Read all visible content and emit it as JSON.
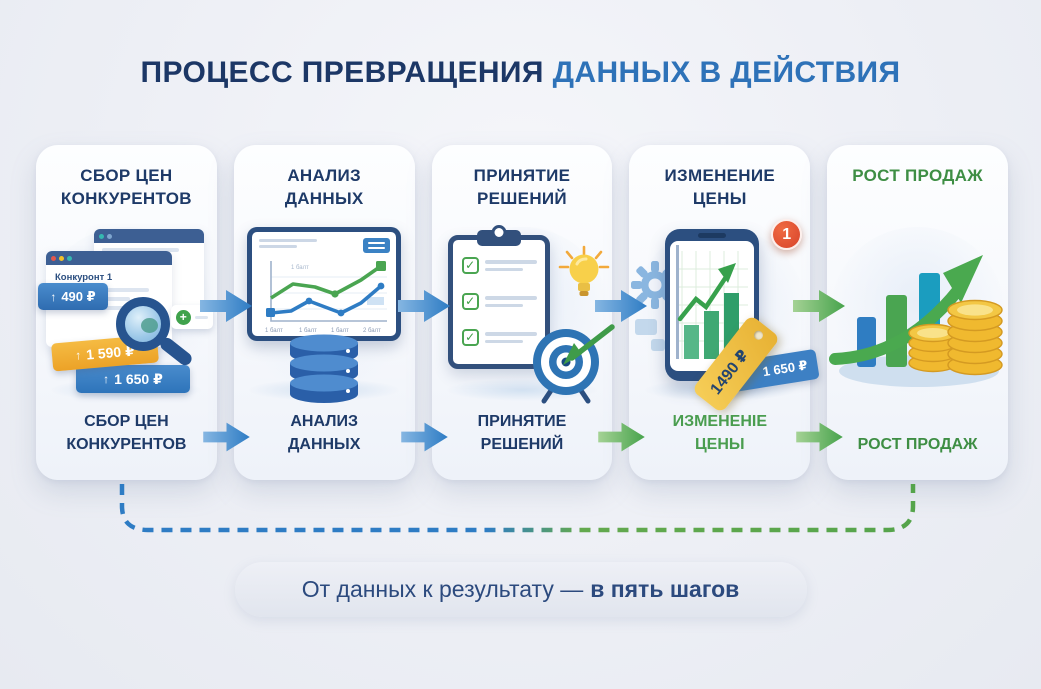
{
  "header": {
    "title_part1": "ПРОЦЕСС ПРЕВРАЩЕНИЯ",
    "title_part2": "ДАННЫХ В ДЕЙСТВИЯ"
  },
  "steps": [
    {
      "title": "СБОР ЦЕН КОНКУРЕНТОВ",
      "sublabel": "СБОР ЦЕН КОНКУРЕНТОВ",
      "title_color": "#1e3a68",
      "sublabel_color": "#1e3a68",
      "arrow_mid": "blue",
      "arrow_bottom": "blue"
    },
    {
      "title": "АНАЛИЗ ДАННЫХ",
      "sublabel": "АНАЛИЗ ДАННЫХ",
      "title_color": "#1e3a68",
      "sublabel_color": "#1e3a68",
      "arrow_mid": "blue",
      "arrow_bottom": "blue"
    },
    {
      "title": "ПРИНЯТИЕ РЕШЕНИЙ",
      "sublabel": "ПРИНЯТИЕ РЕШЕНИЙ",
      "title_color": "#1e3a68",
      "sublabel_color": "#1e3a68",
      "arrow_mid": "blue",
      "arrow_bottom": "green"
    },
    {
      "title": "ИЗМЕНЕНИЕ ЦЕНЫ",
      "sublabel": "ИЗМЕНЕНIЕ ЦЕНЫ",
      "title_color": "#1e3a68",
      "sublabel_color": "#4a9d4f",
      "arrow_mid": "green",
      "arrow_bottom": "green"
    },
    {
      "title": "РОСТ ПРОДАЖ",
      "sublabel": "РОСТ ПРОДАЖ",
      "title_color": "#3e8e44",
      "sublabel_color": "#3e8e44",
      "arrow_mid": null,
      "arrow_bottom": null
    }
  ],
  "illustrations": {
    "step1": {
      "window_label": "Конкуронт 1",
      "badge1": "490 ₽",
      "badge2": "1 590 ₽",
      "badge3": "1 650 ₽"
    },
    "step2": {
      "legend": "1 балт",
      "x_ticks": [
        "1 балт",
        "1 балт",
        "1 балт",
        "2 балт"
      ]
    },
    "step4": {
      "notification": "1",
      "tag_yellow": "1490 ₽",
      "tag_blue": "1 650 ₽"
    }
  },
  "icons": {
    "up_arrow": "↑",
    "plus": "+",
    "check": "✓"
  },
  "footer": {
    "text_regular": "От данных к результату —",
    "text_bold": "в пять шагов"
  },
  "colors": {
    "navy": "#1e3a68",
    "title_blue": "#2e72b8",
    "green": "#3e8e44",
    "arrow_blue": "#2e7cc4",
    "arrow_green": "#47a34c"
  }
}
